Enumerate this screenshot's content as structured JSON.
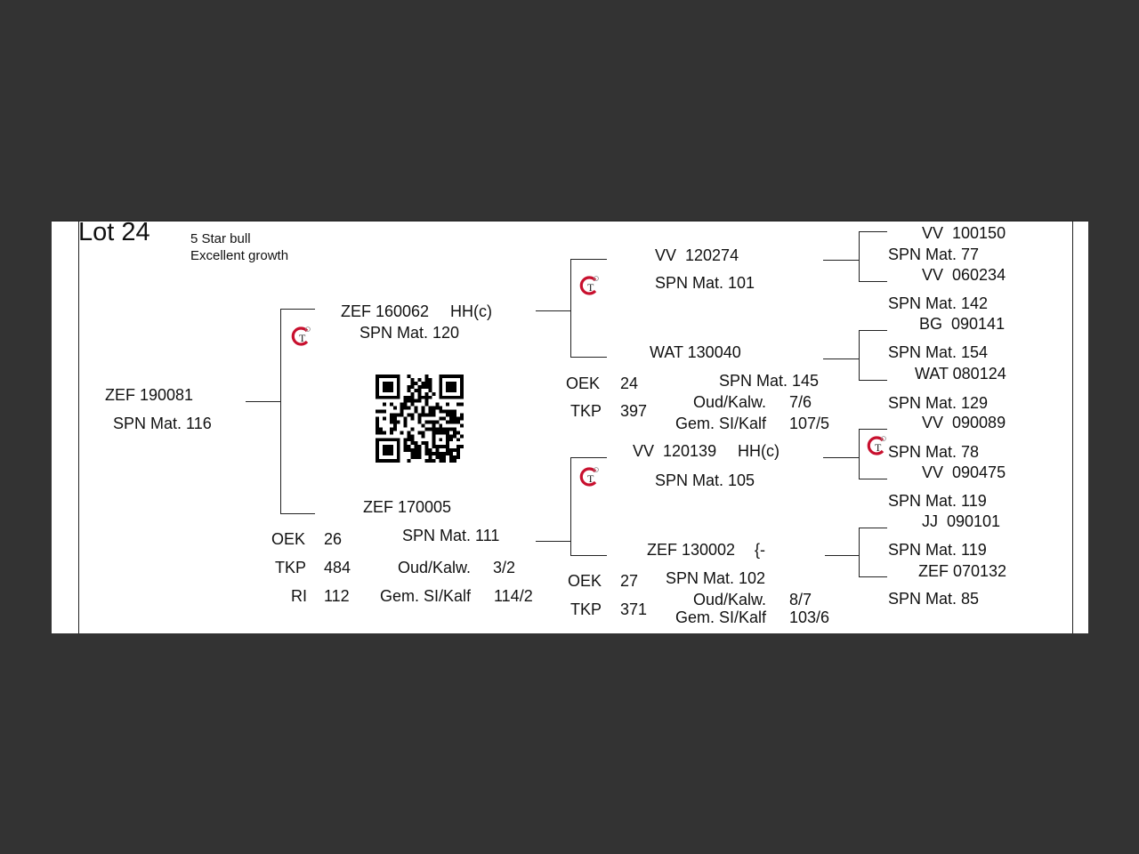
{
  "lot": {
    "title": "Lot 24",
    "note1": "5 Star bull",
    "note2": "Excellent growth"
  },
  "animal": {
    "id": "ZEF 190081",
    "spn": "SPN Mat. 116"
  },
  "sire": {
    "id": "ZEF 160062",
    "tag": "HH(c)",
    "spn": "SPN Mat. 120",
    "sire": {
      "id": "VV  120274",
      "spn": "SPN Mat. 101",
      "sire": {
        "id": "VV  100150",
        "spn": "SPN Mat. 77"
      },
      "dam": {
        "id": "VV  060234",
        "spn": "SPN Mat. 142"
      }
    },
    "dam": {
      "id": "WAT 130040",
      "spn": "SPN Mat. 145",
      "stats": {
        "oek_label": "OEK",
        "oek": "24",
        "tkp_label": "TKP",
        "tkp": "397",
        "oud_label": "Oud/Kalw.",
        "oud": "7/6",
        "gem_label": "Gem. SI/Kalf",
        "gem": "107/5"
      },
      "sire": {
        "id": "BG  090141",
        "spn": "SPN Mat. 154"
      },
      "dam": {
        "id": "WAT 080124",
        "spn": "SPN Mat. 129"
      }
    }
  },
  "dam": {
    "id": "ZEF 170005",
    "spn": "SPN Mat. 111",
    "stats": {
      "oek_label": "OEK",
      "oek": "26",
      "tkp_label": "TKP",
      "tkp": "484",
      "ri_label": "RI",
      "ri": "112",
      "oud_label": "Oud/Kalw.",
      "oud": "3/2",
      "gem_label": "Gem. SI/Kalf",
      "gem": "114/2"
    },
    "sire": {
      "id": "VV  120139",
      "tag": "HH(c)",
      "spn": "SPN Mat. 105",
      "sire": {
        "id": "VV  090089",
        "spn": "SPN Mat. 78"
      },
      "dam": {
        "id": "VV  090475",
        "spn": "SPN Mat. 119"
      }
    },
    "dam": {
      "id": "ZEF 130002",
      "tag": "{-",
      "spn": "SPN Mat. 102",
      "stats": {
        "oek_label": "OEK",
        "oek": "27",
        "tkp_label": "TKP",
        "tkp": "371",
        "oud_label": "Oud/Kalw.",
        "oud": "8/7",
        "gem_label": "Gem. SI/Kalf",
        "gem": "103/6"
      },
      "sire": {
        "id": "JJ  090101",
        "spn": "SPN Mat. 119"
      },
      "dam": {
        "id": "ZEF 070132",
        "spn": "SPN Mat. 85"
      }
    }
  },
  "colors": {
    "background": "#333333",
    "page": "#ffffff",
    "logo_red": "#c8102e"
  }
}
